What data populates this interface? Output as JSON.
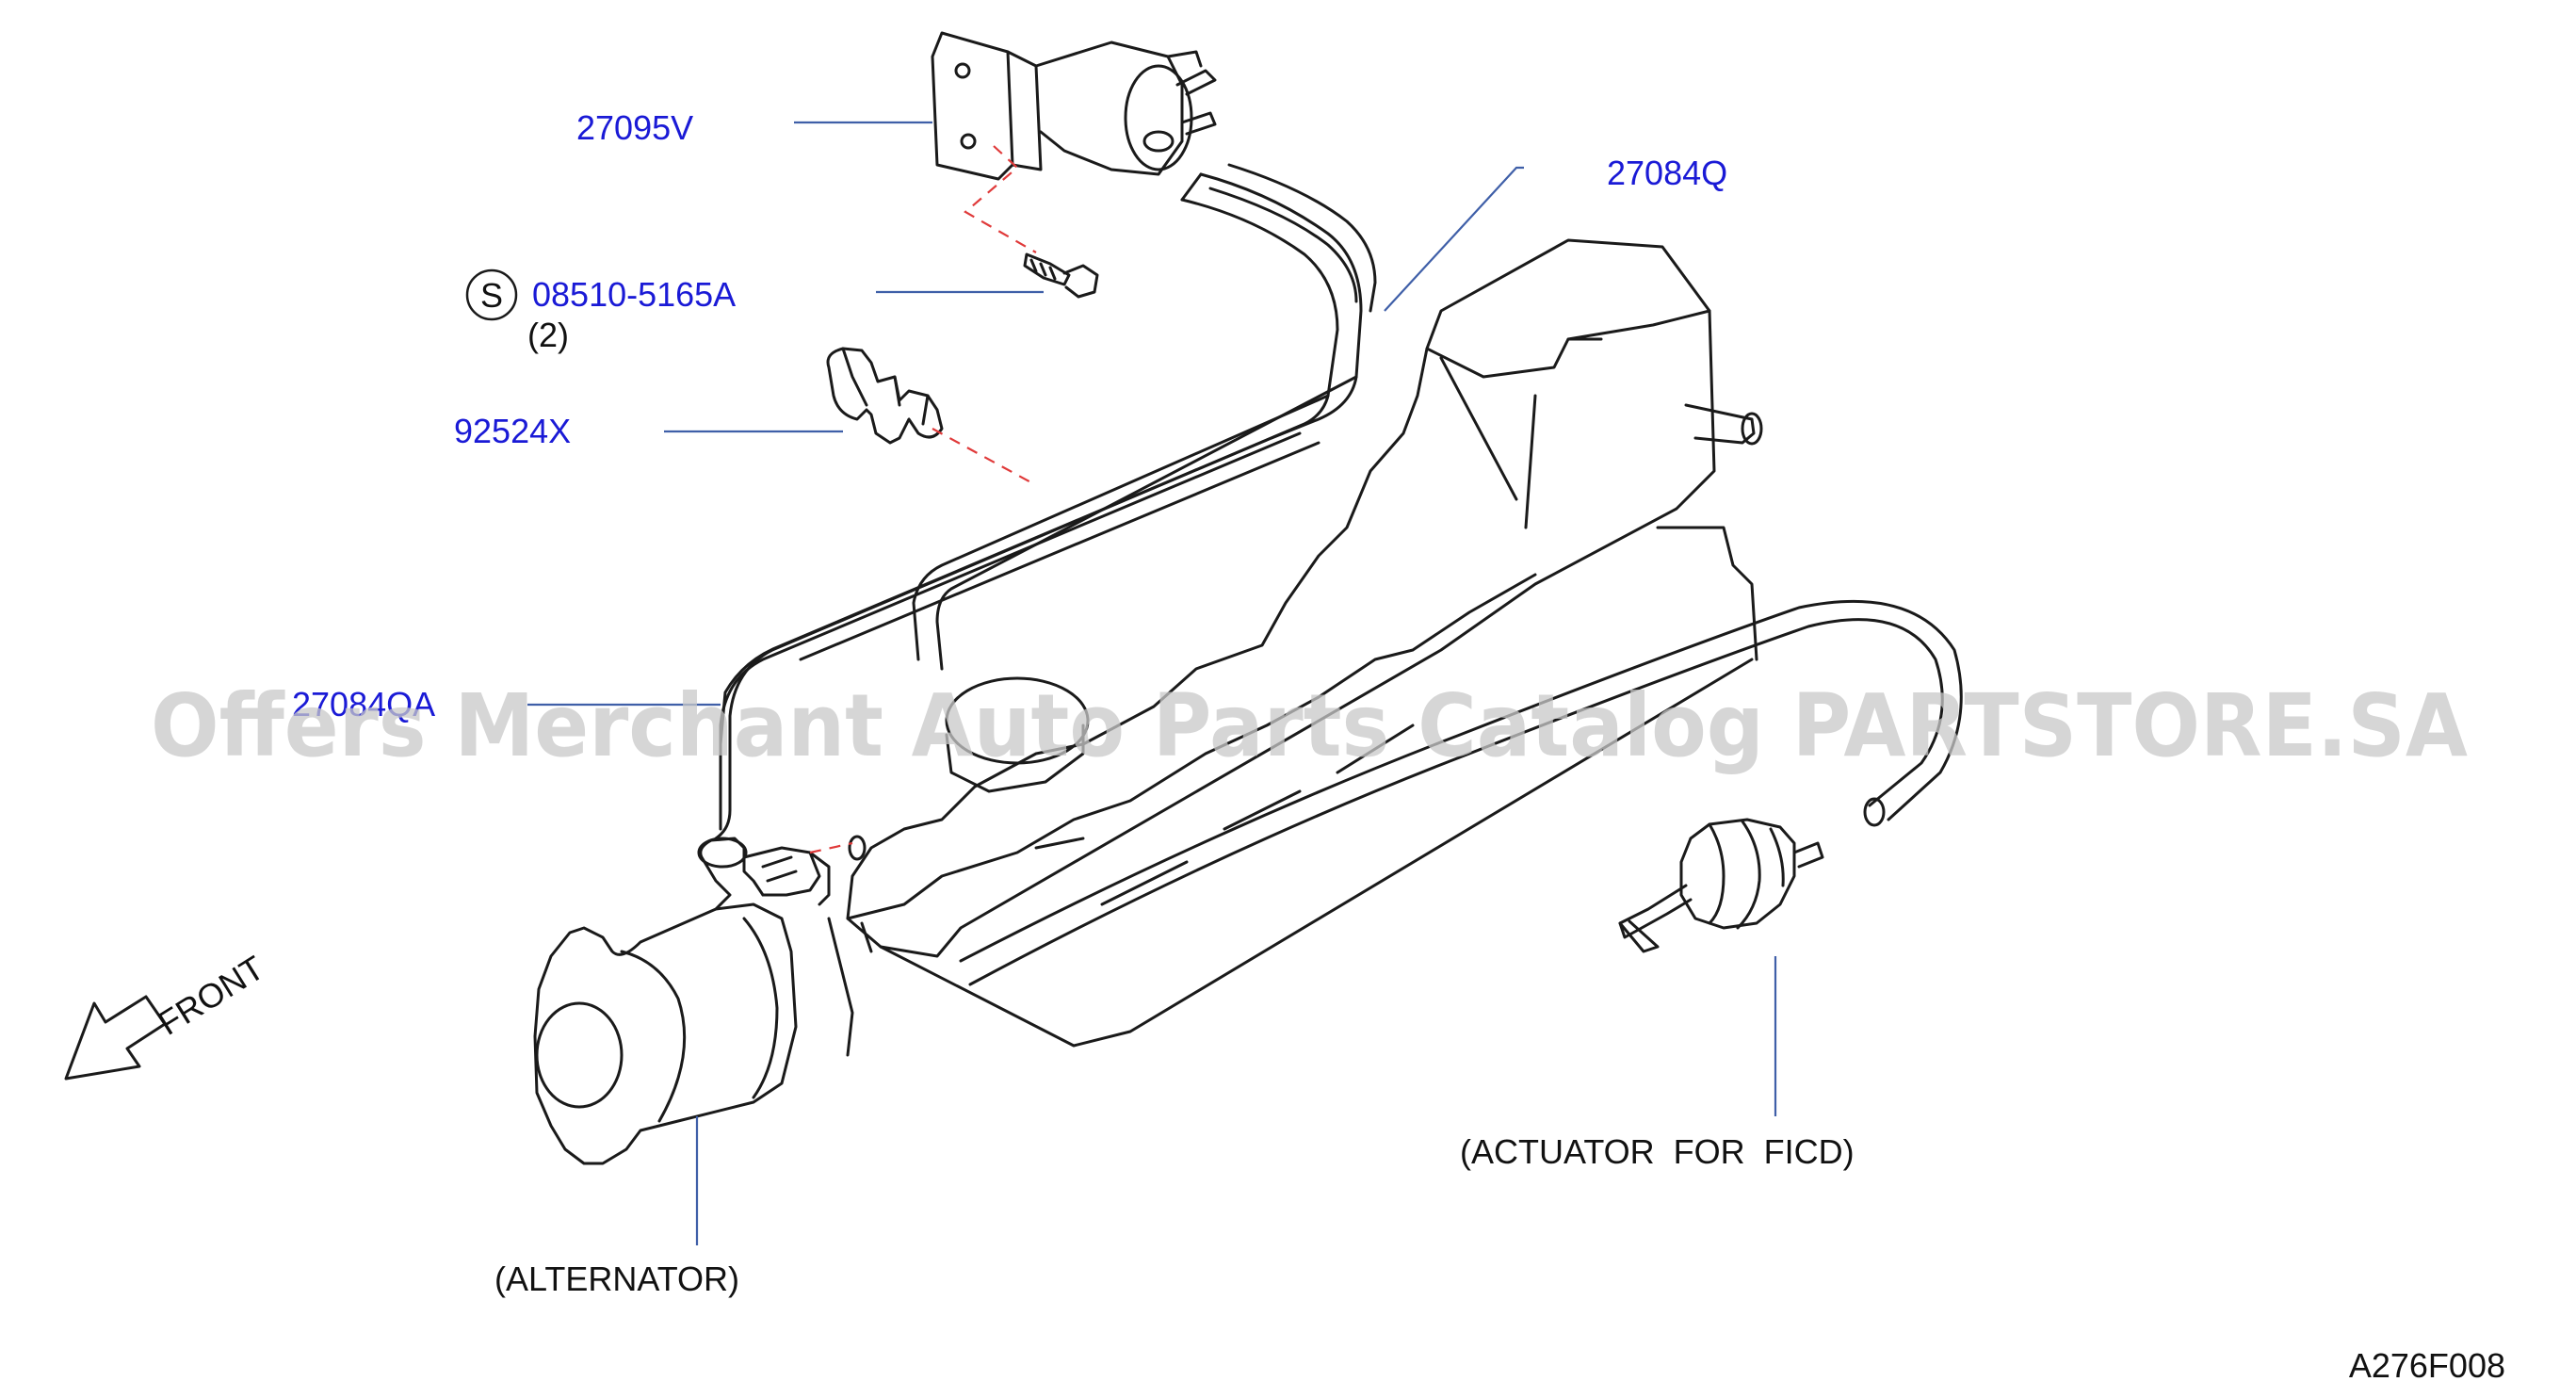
{
  "diagram_id": "A276F008",
  "watermark": "Offers Merchant Auto Parts Catalog PARTSTORE.SA",
  "direction_label": "FRONT",
  "symbol_s": "S",
  "parts": [
    {
      "part_number": "27095V"
    },
    {
      "part_number": "27084Q"
    },
    {
      "part_number": "08510-5165A",
      "quantity": "(2)"
    },
    {
      "part_number": "92524X"
    },
    {
      "part_number": "27084QA"
    }
  ],
  "components": [
    {
      "label": "(ALTERNATOR)"
    },
    {
      "label": "(ACTUATOR FOR FICD)"
    }
  ],
  "colors": {
    "part_number": "#1a1ad6",
    "leader_line": "#3f5fa8",
    "dashed_connector": "#e03a3a",
    "linework": "#1a1a1a"
  },
  "icons": [
    "front-arrow-icon",
    "s-circle-icon"
  ]
}
